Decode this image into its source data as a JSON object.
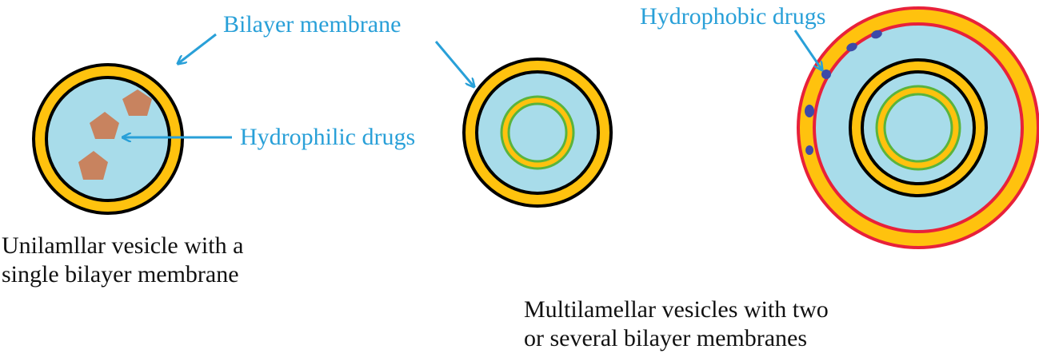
{
  "labels": {
    "bilayer_membrane": "Bilayer membrane",
    "hydrophilic_drugs": "Hydrophilic drugs",
    "hydrophobic_drugs": "Hydrophobic drugs"
  },
  "captions": {
    "unilamellar": {
      "line1": "Unilamllar vesicle with a",
      "line2": "single bilayer membrane"
    },
    "multilamellar": {
      "line1": "Multilamellar vesicles with two",
      "line2": "or several bilayer membranes"
    }
  },
  "colors": {
    "label_blue": "#29a0d8",
    "membrane_yellow": "#ffc20e",
    "aqueous_blue": "#a8dcea",
    "outline_black": "#000000",
    "drug_brown": "#c8835f",
    "inner_green": "#5ab43c",
    "outer_red": "#e8213a",
    "hydrophobic_dot": "#3d4aa8"
  }
}
